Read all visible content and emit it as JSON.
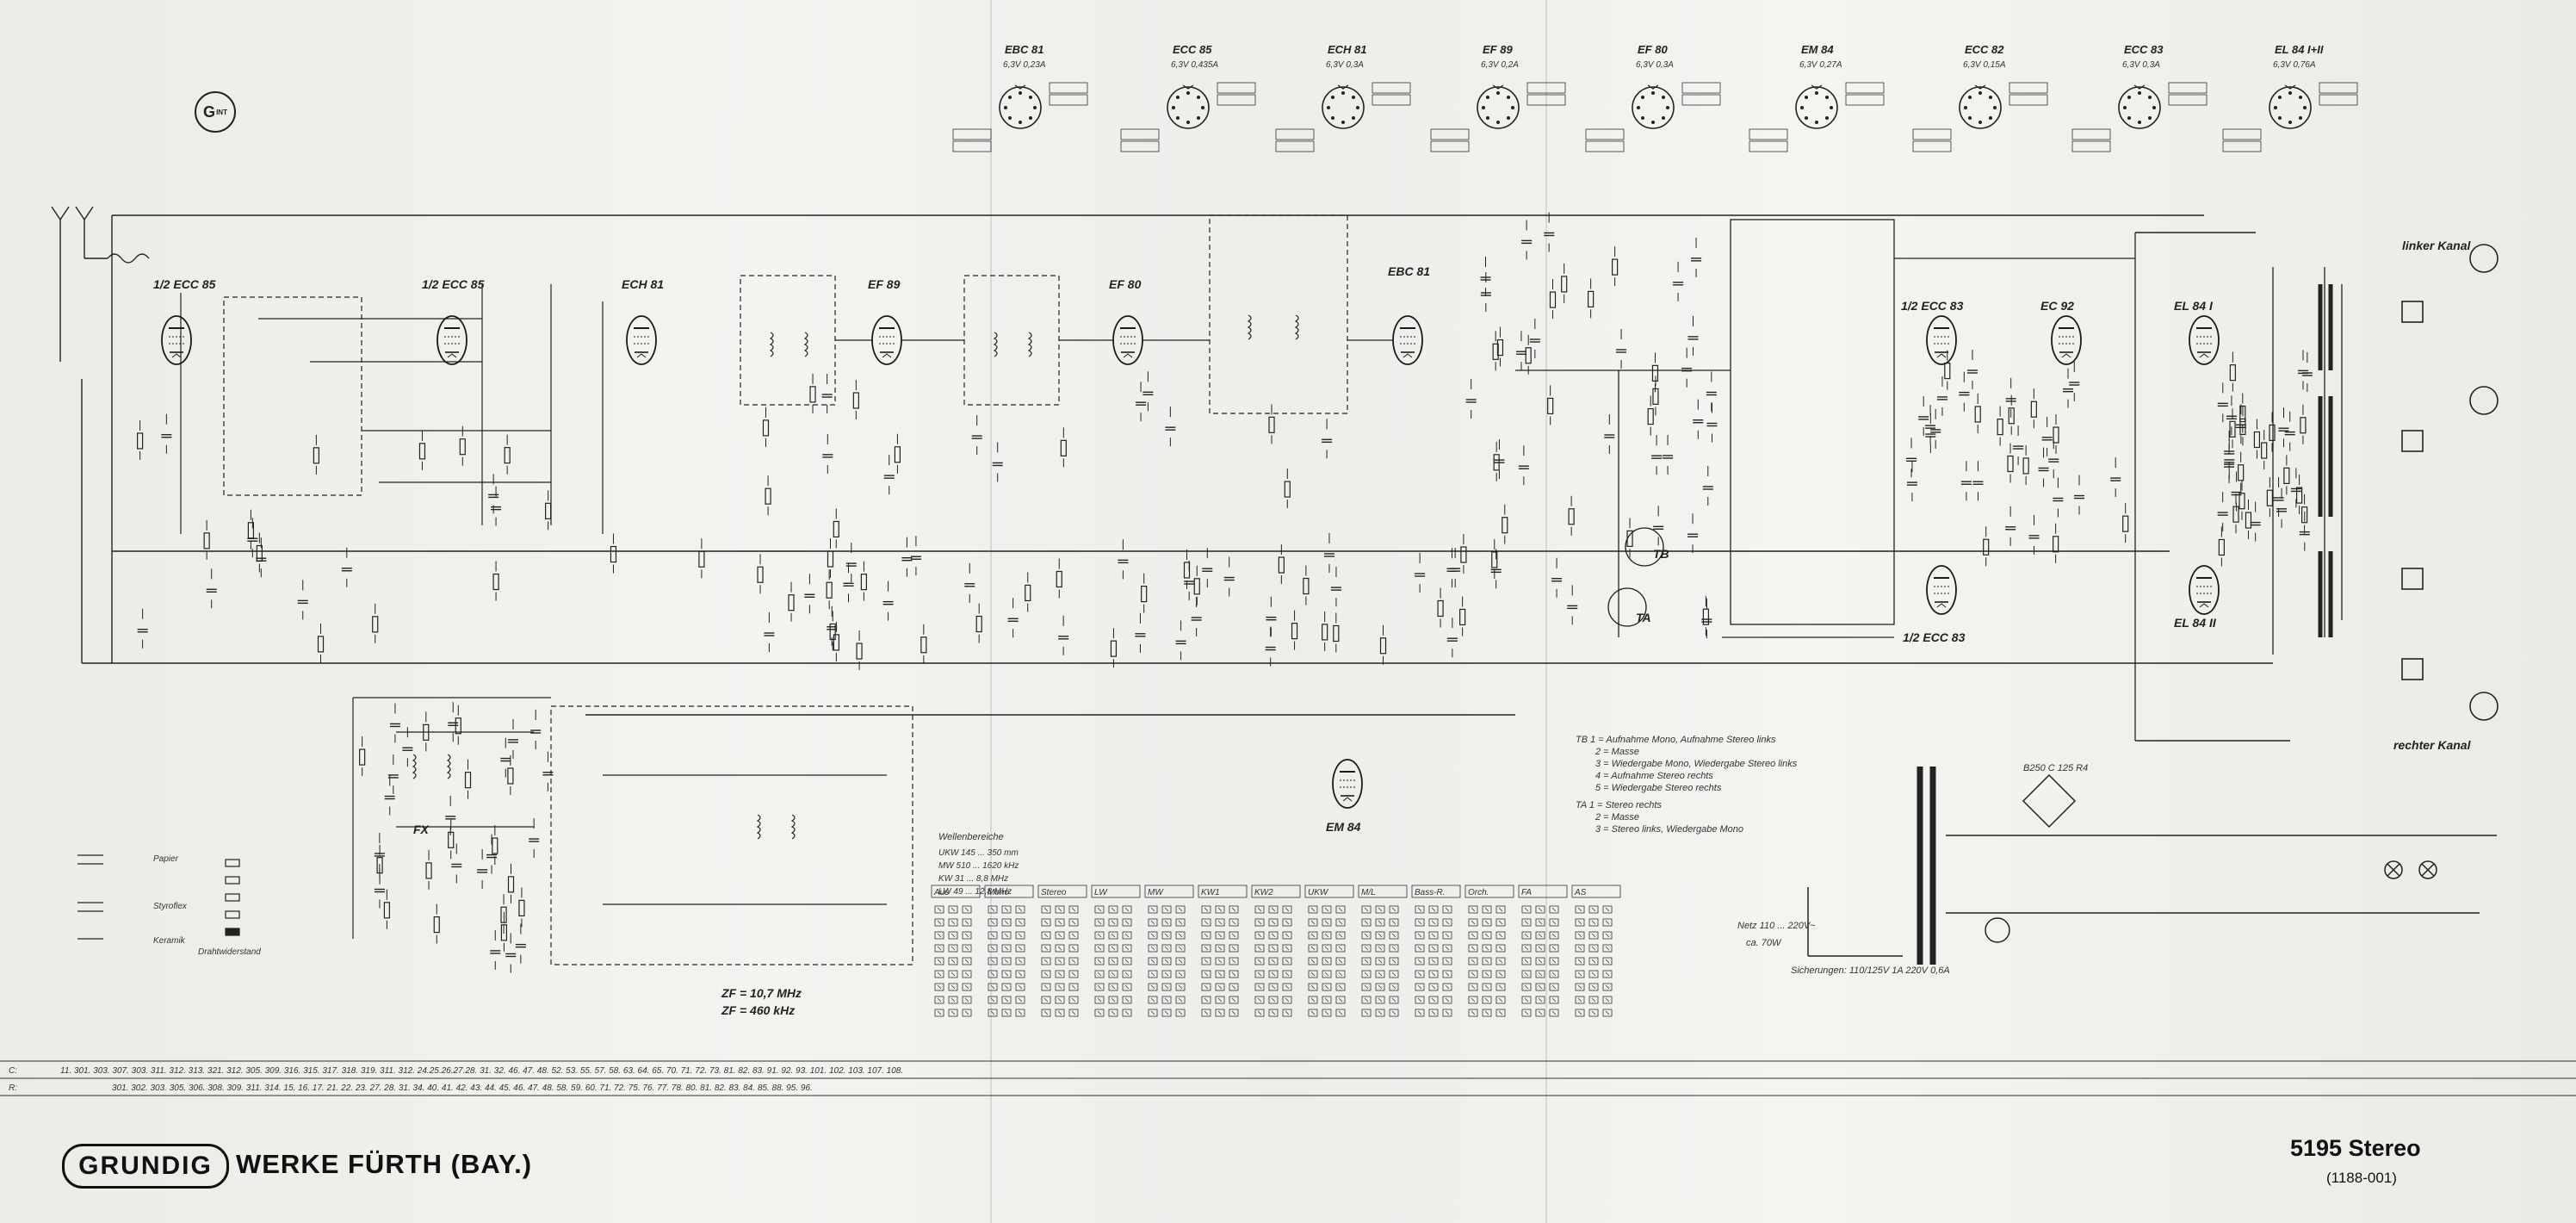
{
  "brand": {
    "logo": "GRUNDIG",
    "maker": "WERKE FÜRTH (BAY.)",
    "model": "5195 Stereo",
    "model_code": "(1188-001)",
    "corner_mark": "G"
  },
  "tube_top_row": [
    {
      "name": "EBC 81",
      "spec": "6,3V 0,23A"
    },
    {
      "name": "ECC 85",
      "spec": "6,3V 0,435A"
    },
    {
      "name": "ECH 81",
      "spec": "6,3V 0,3A"
    },
    {
      "name": "EF 89",
      "spec": "6,3V 0,2A"
    },
    {
      "name": "EF 80",
      "spec": "6,3V 0,3A"
    },
    {
      "name": "EM 84",
      "spec": "6,3V 0,27A"
    },
    {
      "name": "ECC 82",
      "spec": "6,3V 0,15A"
    },
    {
      "name": "ECC 83",
      "spec": "6,3V 0,3A"
    },
    {
      "name": "EL 84 I+II",
      "spec": "6,3V 0,76A"
    }
  ],
  "schematic_labels": {
    "ecc85_a": "1/2 ECC 85",
    "ecc85_b": "1/2 ECC 85",
    "ech81": "ECH 81",
    "ef89": "EF 89",
    "ef80": "EF 80",
    "ebc81": "EBC 81",
    "ecc83_a": "1/2 ECC 83",
    "ecc82": "EC 92",
    "el84_1": "EL 84 I",
    "el84_2": "EL 84 II",
    "ecc83_b": "1/2 ECC 83",
    "em84": "EM 84",
    "linker_kanal": "linker Kanal",
    "rechter_kanal": "rechter Kanal",
    "zf1": "ZF = 10,7 MHz",
    "zf2": "ZF = 460 kHz",
    "tb": "TB",
    "ta": "TA",
    "fx": "FX"
  },
  "legend": {
    "capacitors": [
      "Papier",
      "Styroflex",
      "Keramik"
    ],
    "resistors": [
      "Drahtwiderstand"
    ]
  },
  "switch_table": {
    "title": "Wellenbereiche",
    "ranges": [
      "UKW 145 ... 350 mm",
      "MW 510 ... 1620 kHz",
      "KW 31 ... 8,8 MHz",
      "LW 49 ... 12,8 MHz"
    ],
    "groups": [
      "Aus",
      "Mono",
      "Stereo",
      "LW",
      "MW",
      "KW1",
      "KW2",
      "UKW",
      "M/L",
      "Bass-R.",
      "Orch.",
      "FA",
      "AS"
    ]
  },
  "tb_notes": [
    "TB  1 = Aufnahme Mono, Aufnahme Stereo links",
    "2 = Masse",
    "3 = Wiedergabe Mono, Wiedergabe Stereo links",
    "4 = Aufnahme Stereo rechts",
    "5 = Wiedergabe Stereo rechts"
  ],
  "ta_notes": [
    "TA  1 = Stereo rechts",
    "2 = Masse",
    "3 = Stereo links, Wiedergabe Mono"
  ],
  "power": {
    "rectifier": "B250 C 125 R4",
    "mains": "Netz 110 ... 220V~",
    "mains_power": "ca. 70W",
    "fuses": "Sicherungen: 110/125V 1A  220V 0,6A"
  },
  "scale_rows": [
    {
      "label": "C:",
      "value": "11.  301. 303. 307.  303. 311. 312. 313. 321. 312. 305. 309. 316.  315. 317. 318. 319. 311. 312.  24.25.26.27.28. 31. 32. 46. 47. 48.  52. 53.  55. 57. 58.  63. 64. 65.  70. 71. 72. 73.  81. 82. 83.  91. 92. 93.  101. 102. 103. 107. 108."
    },
    {
      "label": "R:",
      "value": "301.  302. 303.  305. 306. 308.  309.  311. 314.  15. 16. 17.  21. 22. 23.  27.  28.  31. 34.  40. 41. 42. 43. 44. 45. 46. 47. 48.  58. 59. 60.  71. 72. 75. 76. 77. 78. 80. 81. 82. 83. 84. 85.  88. 95. 96."
    }
  ]
}
